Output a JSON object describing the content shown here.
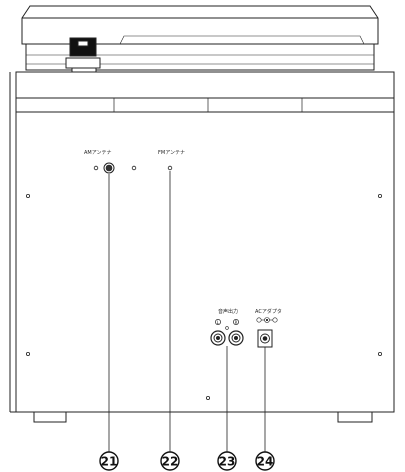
{
  "labels": {
    "am_antenna": "AMアンテナ",
    "fm_antenna": "FMアンテナ",
    "audio_out": "音声出力",
    "audio_l": "L",
    "audio_r": "R",
    "ac_adapter": "ACアダプタ"
  },
  "callouts": {
    "am": "21",
    "fm": "22",
    "audio": "23",
    "ac": "24"
  }
}
